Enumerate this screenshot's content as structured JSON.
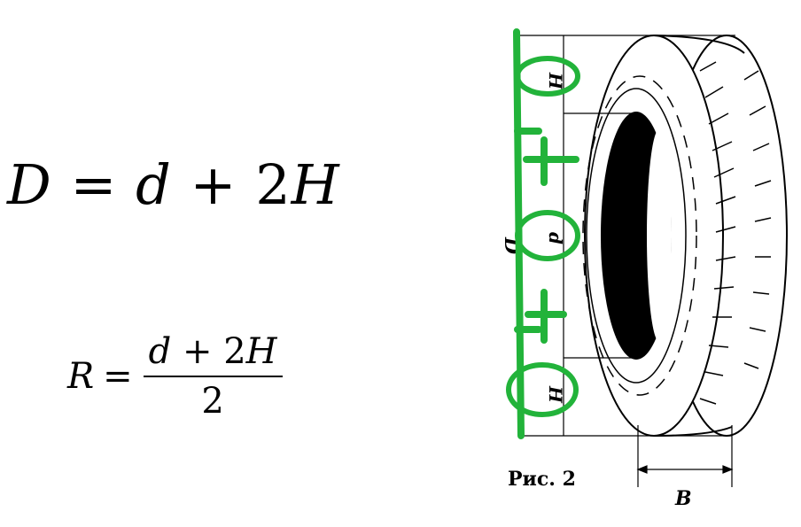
{
  "formulas": {
    "diameter": {
      "lhs": "D",
      "eq": "=",
      "d": "d",
      "plus": "+",
      "coef": "2",
      "h": "H"
    },
    "radius": {
      "lhs": "R",
      "eq": "=",
      "num_d": "d",
      "num_plus": "+",
      "num_coef": "2",
      "num_h": "H",
      "den": "2"
    }
  },
  "figure": {
    "caption": "Рис. 2",
    "label_D": "D",
    "label_H_top": "H",
    "label_d": "d",
    "label_H_bottom": "H",
    "label_B": "B"
  },
  "colors": {
    "annotation_green": "#22b33a",
    "ink": "#000000"
  }
}
